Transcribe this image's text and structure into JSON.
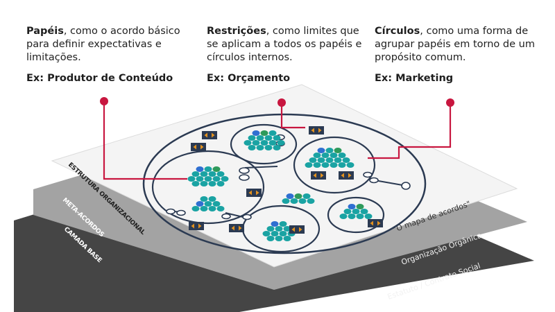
{
  "callouts": [
    {
      "term": "Papéis",
      "rest": ", como o acordo básico para definir expectativas e limitações.",
      "example": "Ex: Produtor de Conteúdo"
    },
    {
      "term": "Restrições",
      "rest": ", como limites que se aplicam a todos os papéis e círculos internos.",
      "example": "Ex: Orçamento"
    },
    {
      "term": "Círculos",
      "rest": ", como uma forma de agrupar papéis em torno de um propósito comum.",
      "example": "Ex: Marketing"
    }
  ],
  "layers": {
    "top_label": "ESTRUTURA ORGANIZACIONAL",
    "mid_label": "META-ACORDOS",
    "base_label": "CAMADA BASE",
    "map_label": "\"O mapa de acordos\"",
    "mid_caption": "Organização Orgânica",
    "base_caption": "Estatuto / Contrato Social"
  },
  "colors": {
    "accent": "#c8163f",
    "navy": "#2b3a52",
    "teal": "#1aa3a3",
    "green": "#2e9a5b",
    "blue": "#2f6fd1",
    "orange": "#e3921f",
    "top_layer": "#f4f4f4",
    "mid_layer": "#a3a3a3",
    "base_layer": "#454545"
  }
}
